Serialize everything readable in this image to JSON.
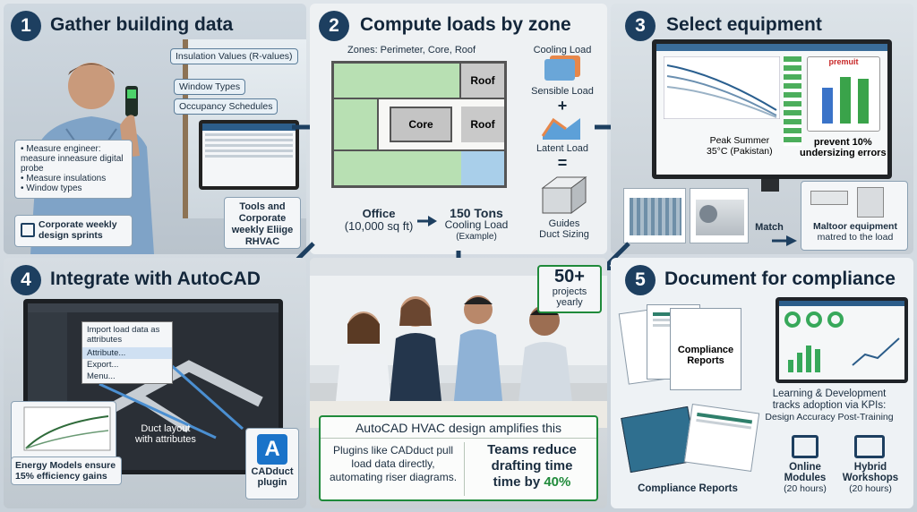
{
  "panel1": {
    "number": "1",
    "title": "Gather building data",
    "tags": [
      "Insulation Values (R-values)",
      "Window Types",
      "Occupancy Schedules"
    ],
    "bullets": [
      "Measure engineer: measure inneasure digital probe",
      "Measure insulations",
      "Window types"
    ],
    "sprint_label": "Corporate weekly design sprints",
    "tools_label": "Tools and Corporate weekly Eliige RHVAC"
  },
  "panel2": {
    "number": "2",
    "title": "Compute loads by zone",
    "zones_label": "Zones: Perimeter, Core, Roof",
    "core_label": "Core",
    "roof_label_1": "Roof",
    "roof_label_2": "Roof",
    "cooling_load": "Cooling Load",
    "sensible_load": "Sensible Load",
    "plus": "+",
    "latent_load": "Latent Load",
    "equals": "=",
    "office": "Office",
    "office_size": "(10,000 sq ft)",
    "tons": "150 Tons",
    "tons_sub": "Cooling Load",
    "example": "(Example)",
    "guides": "Guides",
    "duct_sizing": "Duct Sizing"
  },
  "panel3": {
    "number": "3",
    "title": "Select equipment",
    "premium": "premuit",
    "peak": "Peak Summer",
    "peak_temp": "35°C (Pakistan)",
    "prevent": "prevent 10%",
    "undersizing": "undersizing errors",
    "match": "Match",
    "maltoor": "Maltoor equipment",
    "matred": "matred to the load"
  },
  "panel4": {
    "number": "4",
    "title": "Integrate with AutoCAD",
    "menu_title": "Import load data as attributes",
    "menu_items": [
      "Attribute...",
      "Export...",
      "Menu..."
    ],
    "duct_layout": "Duct layout",
    "with_attributes": "with attributes",
    "energy": "Energy Models ensure 15% efficiency gains",
    "plugin_logo": "A",
    "plugin_name": "CADduct",
    "plugin_sub": "plugin"
  },
  "middle": {
    "projects_count": "50+",
    "projects_label": "projects yearly",
    "amplify": "AutoCAD HVAC design amplifies this",
    "plugins_text": "Plugins like CADduct pull load data directly, automating riser diagrams.",
    "teams_text": "Teams reduce drafting time",
    "teams_by": "time by ",
    "teams_pct": "40%"
  },
  "panel5": {
    "number": "5",
    "title": "Document for compliance",
    "compliance_doc": "Compliance Reports",
    "ld_line1": "Learning & Development",
    "ld_line2": "tracks adoption via KPIs:",
    "ld_line3": "Design Accuracy Post-Training",
    "compliance_reports": "Compliance Reports",
    "online": "Online",
    "modules": "Modules",
    "online_hours": "(20 hours)",
    "hybrid": "Hybrid",
    "workshops": "Workshops",
    "hybrid_hours": "(20 hours)"
  },
  "colors": {
    "navy": "#1d3f60",
    "accent_green": "#1f8a3a",
    "zone_green": "#9fd49a",
    "zone_blue": "#9cc7e6",
    "arrow": "#1d3f60"
  },
  "icons": [
    "calendar-icon",
    "laptop-icon",
    "users-icon",
    "autocad-icon",
    "arrow-icon"
  ]
}
